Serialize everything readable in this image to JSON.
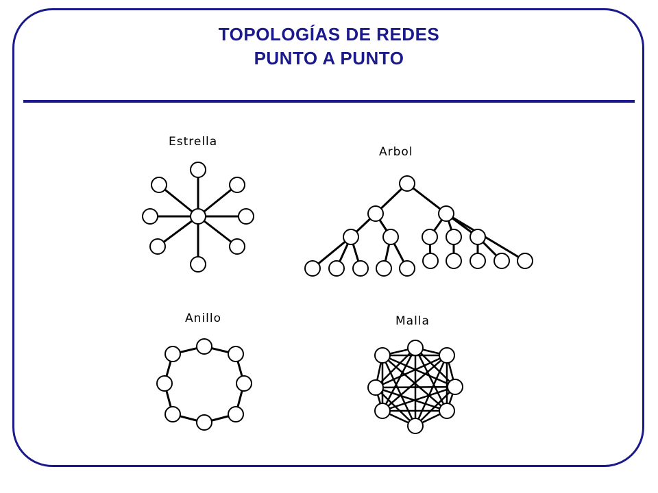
{
  "header": {
    "title_line1": "TOPOLOGÍAS DE REDES",
    "title_line2": "PUNTO A PUNTO"
  },
  "labels": {
    "star": "Estrella",
    "tree": "Arbol",
    "ring": "Anillo",
    "mesh": "Malla"
  },
  "colors": {
    "accent": "#1a1a8c",
    "lines": "#000000"
  }
}
